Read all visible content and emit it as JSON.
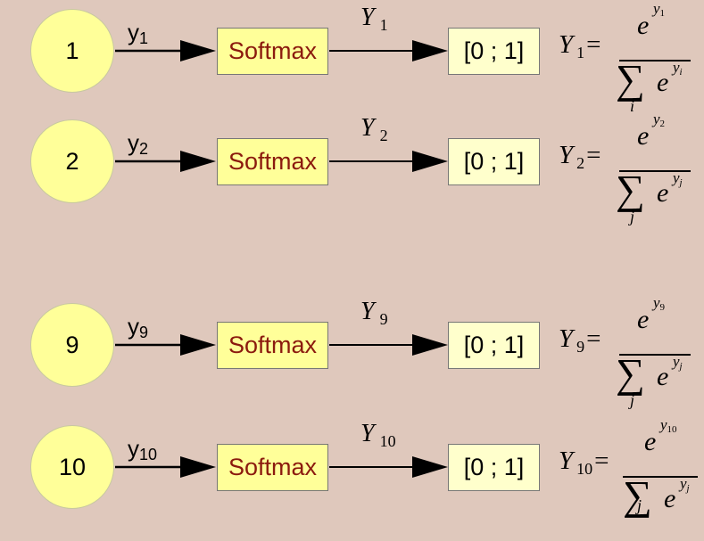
{
  "rows": [
    {
      "node": "1",
      "input_var": "y",
      "input_idx": "1",
      "softmax": "Softmax",
      "out_var": "Y",
      "out_idx": "1",
      "range": "[0 ; 1]",
      "num_sub": "1",
      "sum_idx": "i",
      "den_sub": "i"
    },
    {
      "node": "2",
      "input_var": "y",
      "input_idx": "2",
      "softmax": "Softmax",
      "out_var": "Y",
      "out_idx": "2",
      "range": "[0 ; 1]",
      "num_sub": "2",
      "sum_idx": "j",
      "den_sub": "j"
    },
    {
      "node": "9",
      "input_var": "y",
      "input_idx": "9",
      "softmax": "Softmax",
      "out_var": "Y",
      "out_idx": "9",
      "range": "[0 ; 1]",
      "num_sub": "9",
      "sum_idx": "j",
      "den_sub": "j"
    },
    {
      "node": "10",
      "input_var": "y",
      "input_idx": "10",
      "softmax": "Softmax",
      "out_var": "Y",
      "out_idx": "10",
      "range": "[0 ; 1]",
      "num_sub": "10",
      "sum_idx": "j",
      "den_sub": "j"
    }
  ],
  "formula": {
    "equals": "=",
    "base": "e",
    "exp_var": "y",
    "sigma": "∑"
  }
}
